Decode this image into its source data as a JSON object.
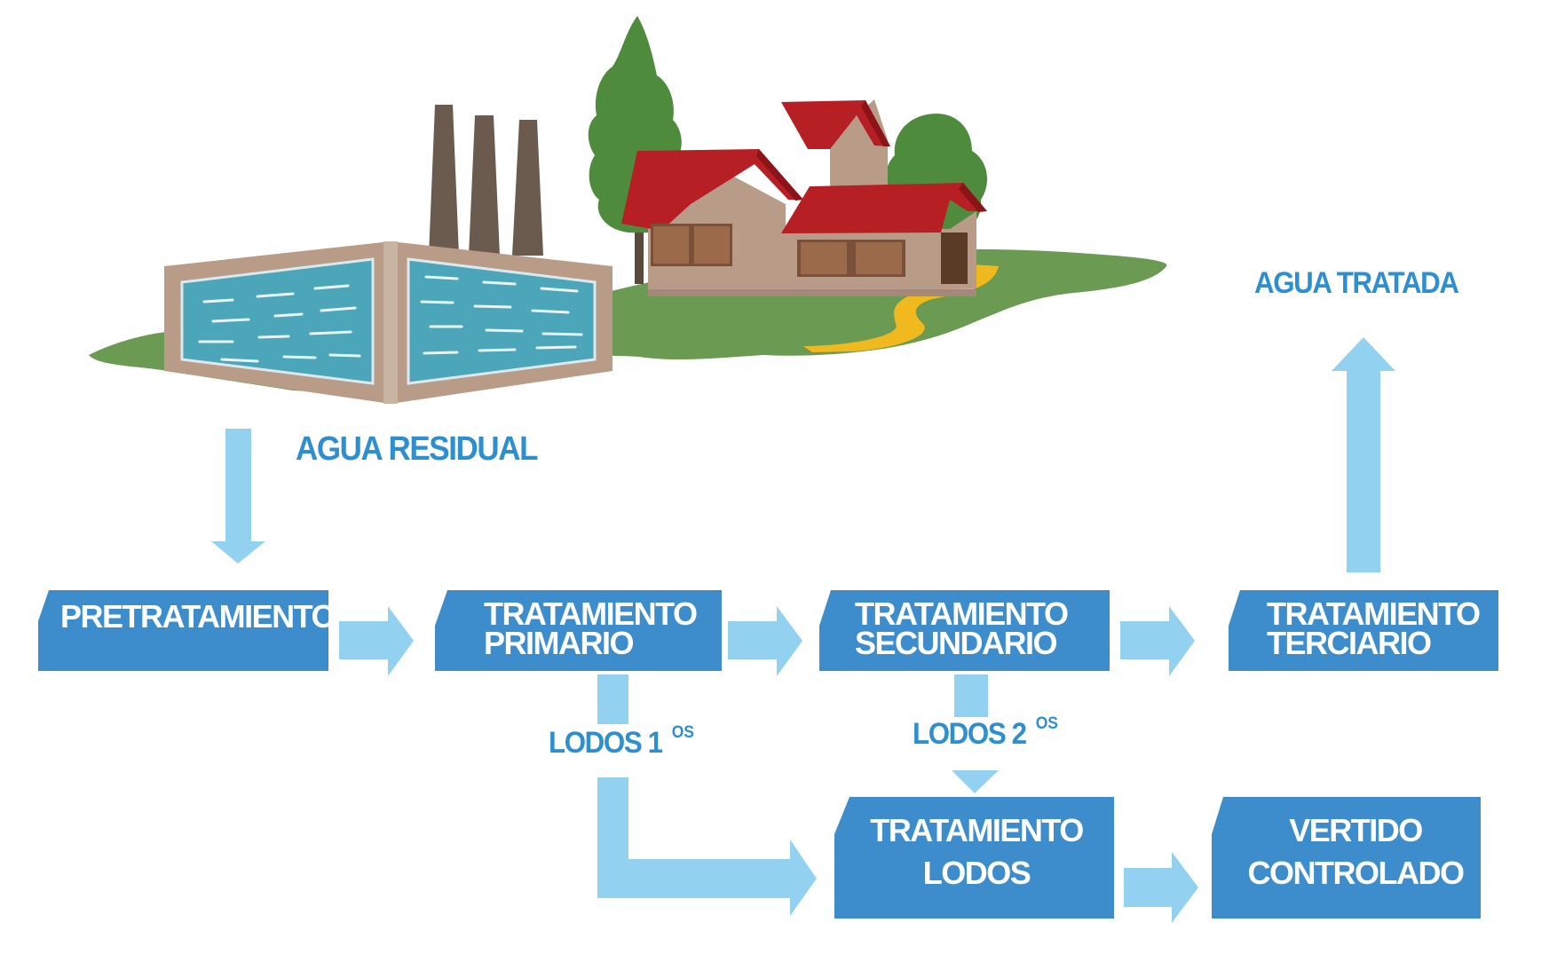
{
  "labels": {
    "agua_residual": "AGUA RESIDUAL",
    "agua_tratada": "AGUA TRATADA",
    "lodos_1": "LODOS 1",
    "lodos_1_sup": "OS",
    "lodos_2": "LODOS 2",
    "lodos_2_sup": "OS"
  },
  "boxes": {
    "pretratamiento": [
      "PRETRATAMIENTO"
    ],
    "primario": [
      "TRATAMIENTO",
      "PRIMARIO"
    ],
    "secundario": [
      "TRATAMIENTO",
      "SECUNDARIO"
    ],
    "terciario": [
      "TRATAMIENTO",
      "TERCIARIO"
    ],
    "lodos": [
      "TRATAMIENTO",
      "LODOS"
    ],
    "vertido": [
      "VERTIDO",
      "CONTROLADO"
    ]
  },
  "colors": {
    "box": "#3d8dcc",
    "arrow": "#93d1f1",
    "label": "#2e8fd0",
    "grass": "#6b9a52",
    "roof": "#b62024",
    "wall": "#b89c88",
    "pool_water": "#4aa6b8",
    "chimney": "#6b5a4e",
    "tree": "#4f8b3d",
    "path": "#f0b91e"
  },
  "icons": [
    "factory-icon",
    "house-icon",
    "tree-icon"
  ]
}
